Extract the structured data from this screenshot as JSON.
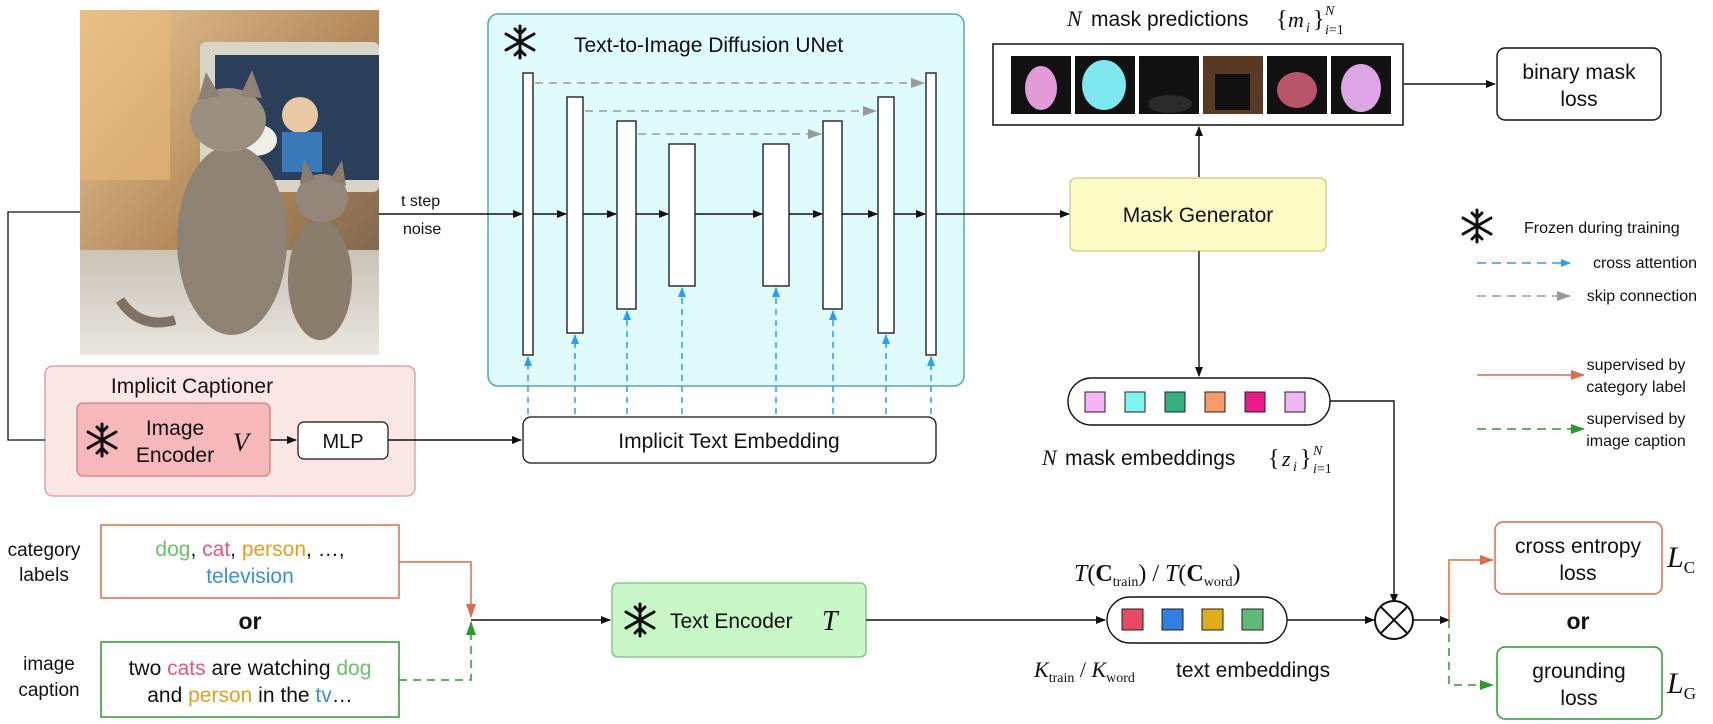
{
  "title_unet": "Text-to-Image Diffusion UNet",
  "t_step": "t step",
  "noise": "noise",
  "mask_generator": "Mask Generator",
  "mask_predictions": {
    "n": "N",
    "label": "mask predictions"
  },
  "binary_loss_line1": "binary mask",
  "binary_loss_line2": "loss",
  "implicit_captioner": "Implicit Captioner",
  "image_encoder_line1": "Image",
  "image_encoder_line2": "Encoder",
  "image_encoder_symbol": "V",
  "mlp": "MLP",
  "implicit_text_embedding": "Implicit Text Embedding",
  "mask_embeddings": {
    "n": "N",
    "label": "mask embeddings"
  },
  "legend": {
    "frozen": "Frozen during training",
    "cross_attention": "cross attention",
    "skip_connection": "skip connection",
    "supervised_category_1": "supervised by",
    "supervised_category_2": "category label",
    "supervised_caption_1": "supervised by",
    "supervised_caption_2": "image caption"
  },
  "category_labels_line1": "category",
  "category_labels_line2": "labels",
  "category_words": {
    "w1": "dog",
    "w2": "cat",
    "w3": "person",
    "w4": ", …,",
    "w5": "television"
  },
  "or": "or",
  "image_caption_line1": "image",
  "image_caption_line2": "caption",
  "caption_words": {
    "a": "two ",
    "b": "cats",
    "c": " are watching ",
    "d": "dog",
    "e": "and ",
    "f": "person",
    "g": " in the ",
    "h": "tv",
    "i": "…"
  },
  "text_encoder": "Text Encoder",
  "text_encoder_symbol": "T",
  "text_embeddings_label": "text embeddings",
  "cross_entropy_line1": "cross entropy",
  "cross_entropy_line2": "loss",
  "grounding_line1": "grounding",
  "grounding_line2": "loss",
  "loss_c": "L",
  "loss_c_sub": "C",
  "loss_g": "L",
  "loss_g_sub": "G",
  "colors": {
    "unet_bg": "#e0fbfc",
    "unet_border": "#5aa6b4",
    "mask_gen_bg": "#fdfcc6",
    "text_enc_bg": "#c9f7c8",
    "captioner_bg": "#fbe6e6",
    "encoder_bg": "#f6b8ba",
    "cross_attn": "#2a9df4",
    "skip": "#999999",
    "supervised_category": "#e06a4b",
    "supervised_caption": "#2c9a2c",
    "dog": "#6cbf6c",
    "cat": "#e05a78",
    "person": "#e0a020",
    "television": "#3d8fd4"
  },
  "mask_embedding_colors": [
    "#f6b3f6",
    "#7ff5f0",
    "#35b083",
    "#f79a6a",
    "#ea1a8c",
    "#efb5f5"
  ],
  "text_embedding_colors": [
    "#e84a63",
    "#2f7fdc",
    "#deae1a",
    "#60bb77"
  ]
}
